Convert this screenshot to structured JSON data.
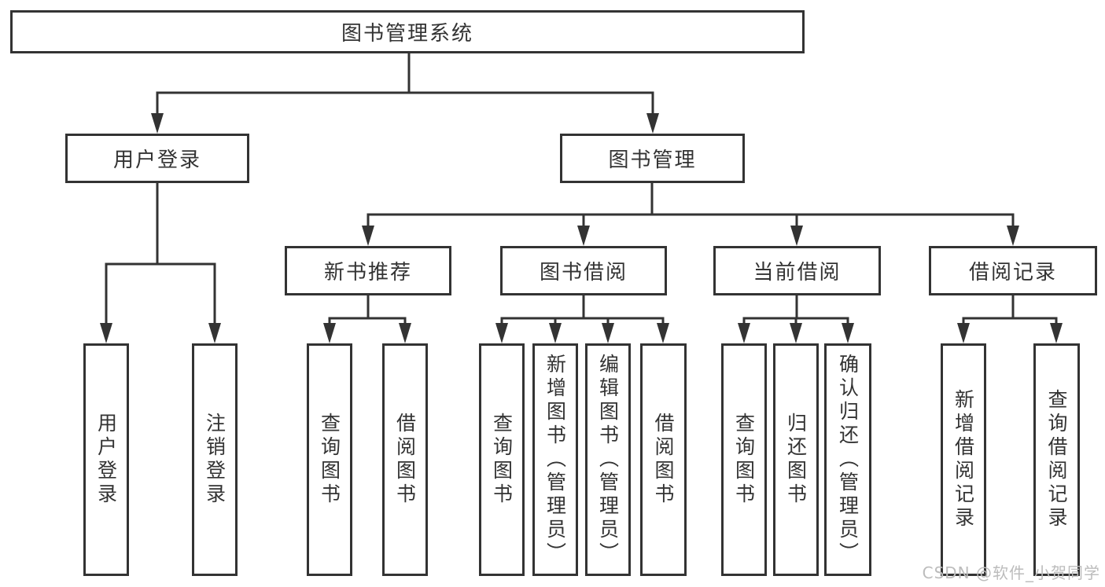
{
  "diagram": {
    "root": "图书管理系统",
    "level2": {
      "user_login": "用户登录",
      "book_mgmt": "图书管理"
    },
    "level3": {
      "new_books": "新书推荐",
      "book_borrow": "图书借阅",
      "current_borrow": "当前借阅",
      "borrow_records": "借阅记录"
    },
    "leaves": {
      "user_login_1": "用户登录",
      "user_login_2": "注销登录",
      "new_books_1": "查询图书",
      "new_books_2": "借阅图书",
      "book_borrow_1": "查询图书",
      "book_borrow_2": "新增图书（管理员）",
      "book_borrow_3": "编辑图书（管理员）",
      "book_borrow_4": "借阅图书",
      "current_borrow_1": "查询图书",
      "current_borrow_2": "归还图书",
      "current_borrow_3": "确认归还（管理员）",
      "borrow_records_1": "新增借阅记录",
      "borrow_records_2": "查询借阅记录"
    }
  },
  "watermark": "CSDN @软件_小贺同学",
  "colors": {
    "stroke": "#333333",
    "text": "#333333",
    "box_fill": "#ffffff",
    "background": "#ffffff",
    "watermark": "#bcbcbc"
  }
}
